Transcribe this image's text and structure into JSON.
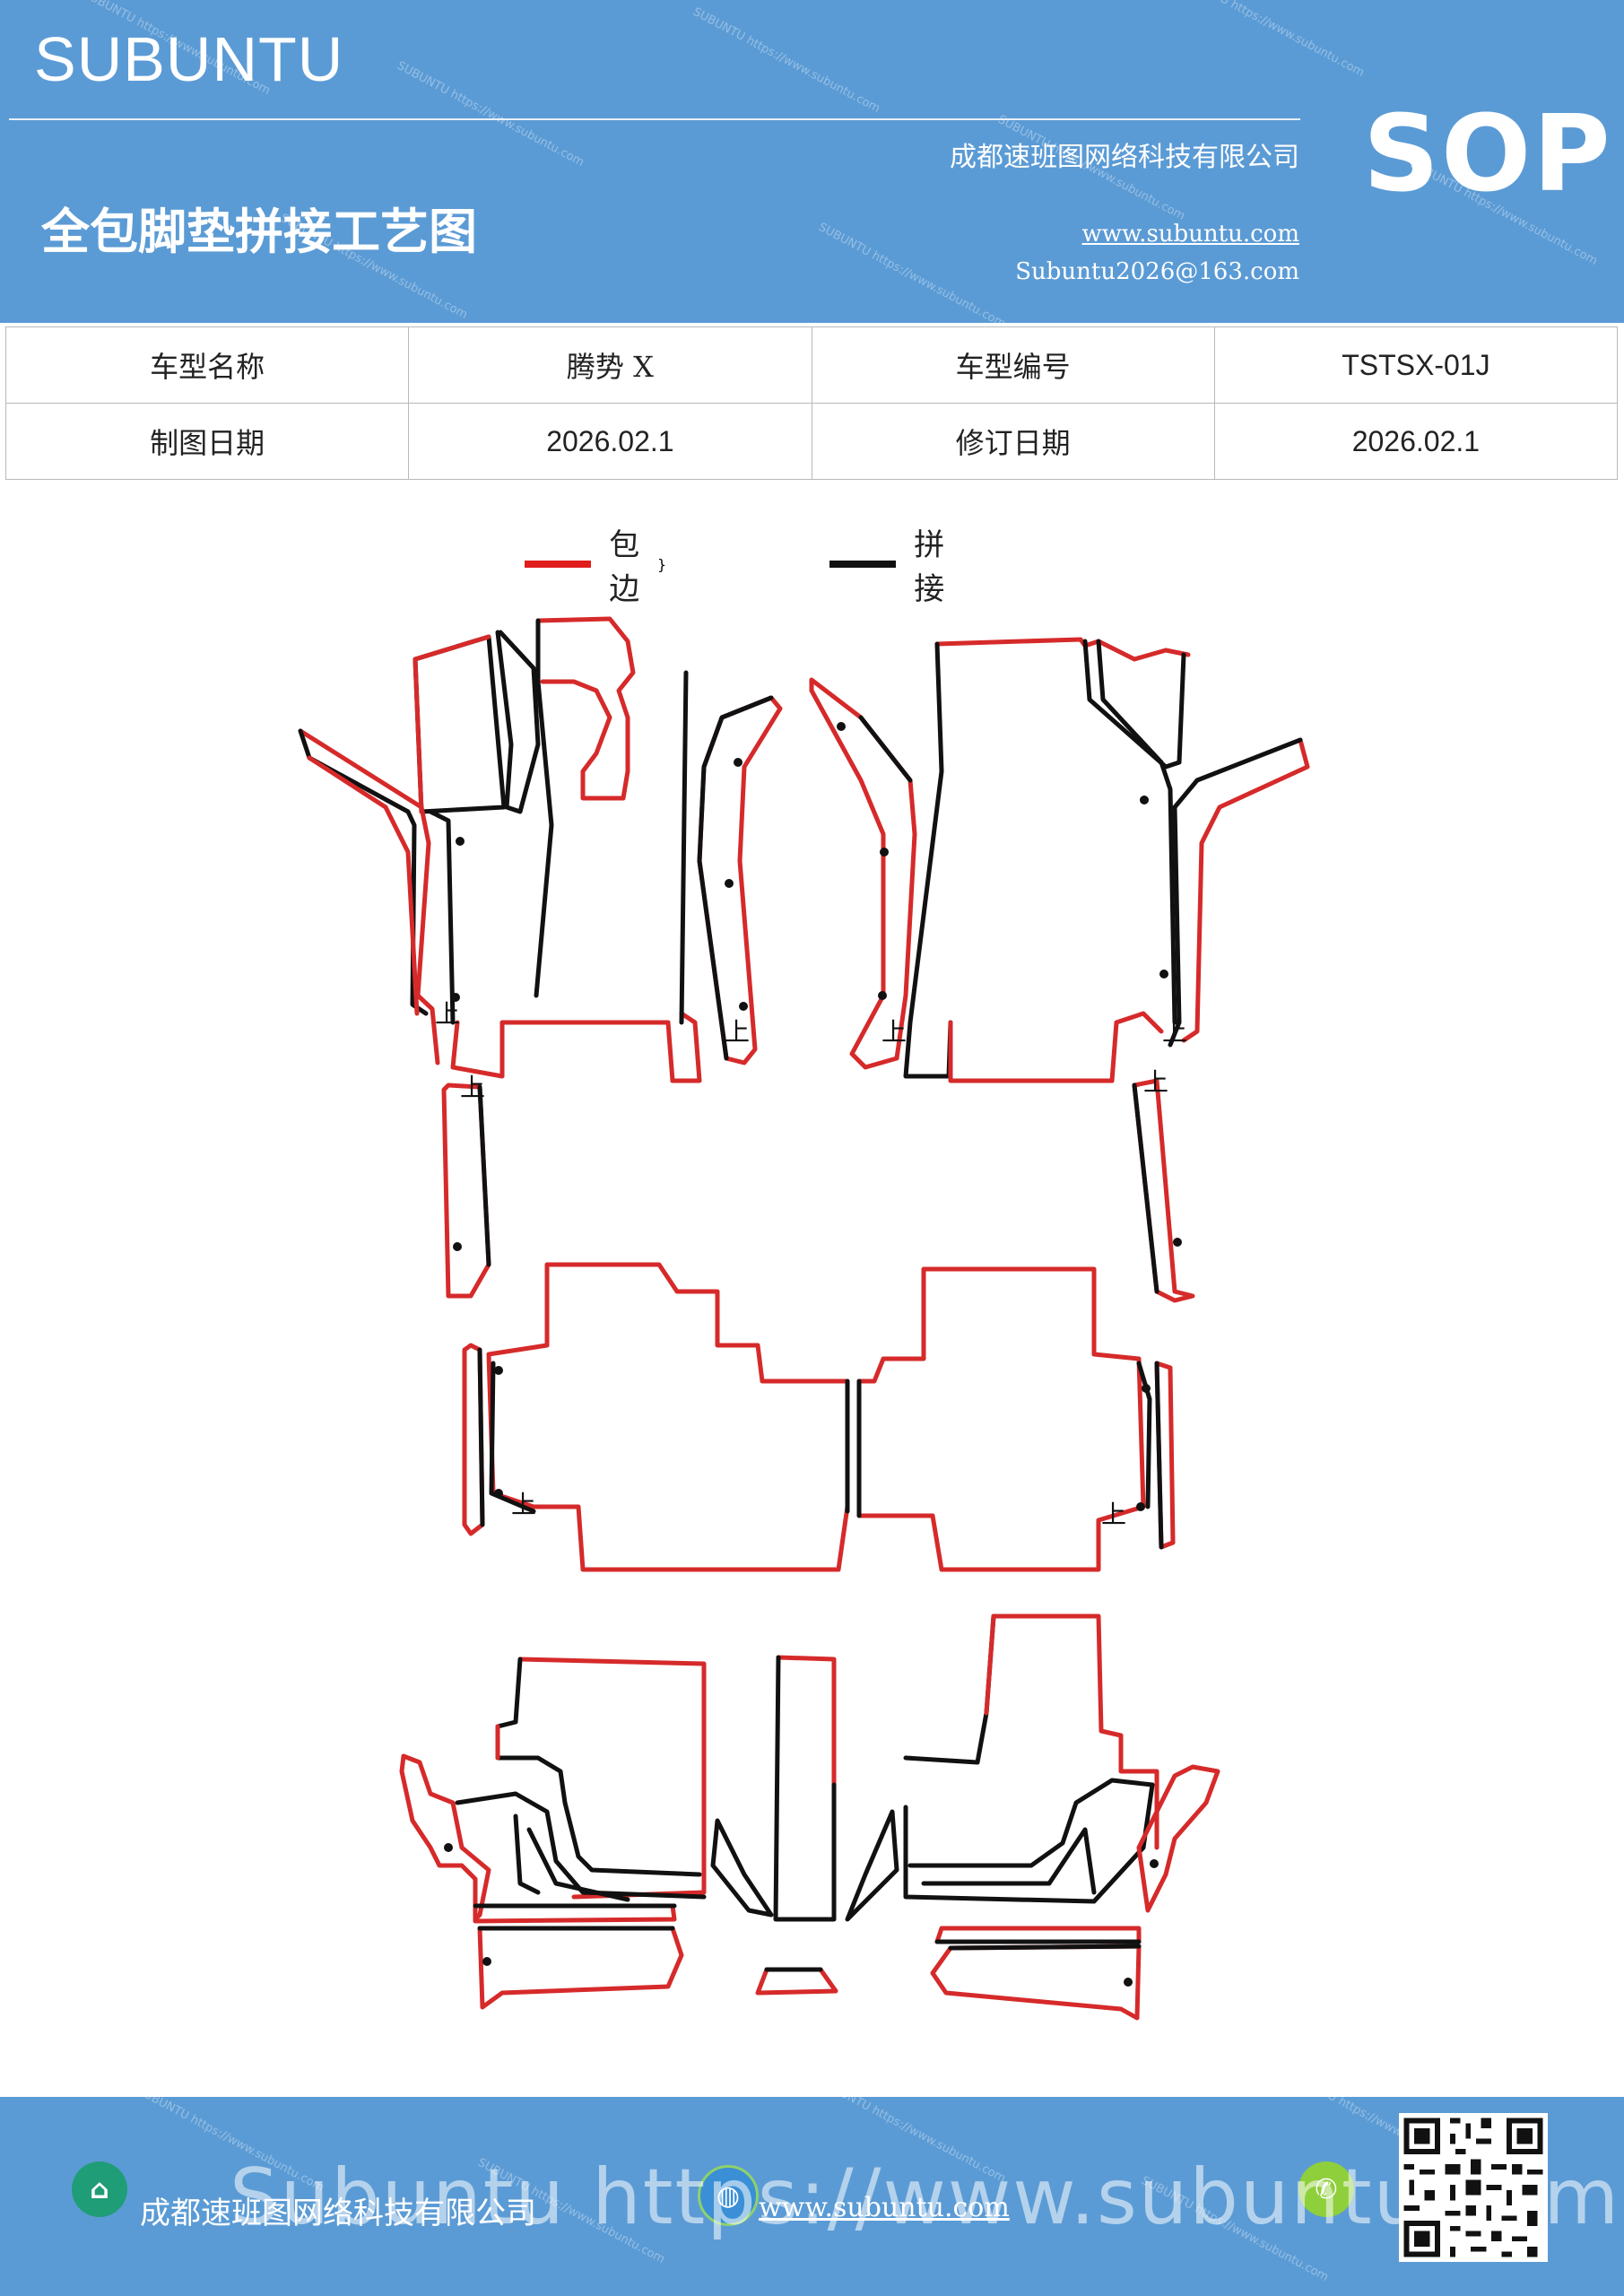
{
  "header": {
    "brand": "SUBUNTU",
    "title": "全包脚垫拼接工艺图",
    "company": "成都速班图网络科技有限公司",
    "website": "www.subuntu.com",
    "email": "Subuntu2026@163.com",
    "badge": "SOP",
    "watermark": "SUBUNTU https://www.subuntu.com"
  },
  "info_table": {
    "row1": {
      "label1": "车型名称",
      "value1": "腾势 X",
      "label2": "车型编号",
      "value2": "TSTSX-01J"
    },
    "row2": {
      "label1": "制图日期",
      "value1": "2026.02.1",
      "label2": "修订日期",
      "value2": "2026.02.1"
    }
  },
  "legend": {
    "items": [
      {
        "label": "包边",
        "color": "#e11d1d"
      },
      {
        "label": "拼接",
        "color": "#111111"
      }
    ]
  },
  "diagram": {
    "mark_label": "上",
    "edge_color": "#d62a2a",
    "seam_color": "#111111"
  },
  "footer": {
    "company": "成都速班图网络科技有限公司",
    "website": "www.subuntu.com",
    "overlay": "Subuntu https://www.subuntu.com",
    "icons": [
      "building-icon",
      "globe-icon",
      "wechat-icon"
    ]
  }
}
